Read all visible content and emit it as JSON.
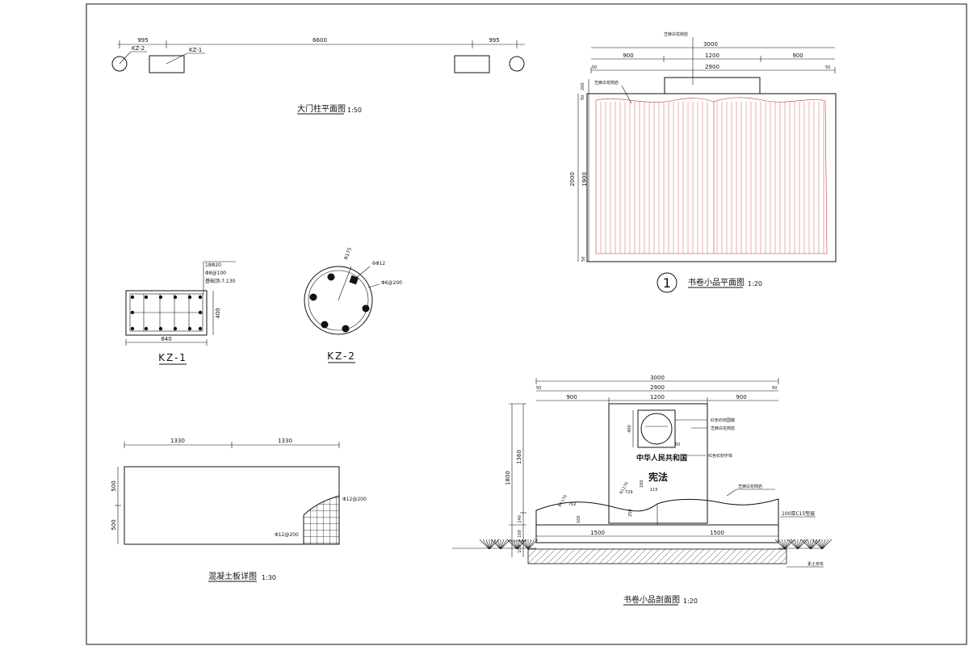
{
  "gate_plan": {
    "dims": [
      "995",
      "6600",
      "995"
    ],
    "labels": [
      "KZ-2",
      "KZ-1"
    ],
    "title": "大门柱平面图",
    "scale": "1:50"
  },
  "book_plan": {
    "top_note": "芝麻白花岗岩",
    "dims_top": [
      "3000",
      "900",
      "1200",
      "900",
      "2900",
      "50",
      "50"
    ],
    "left_note": "芝麻白花岗岩",
    "dims_left": [
      "200",
      "50",
      "2000",
      "1900",
      "50"
    ],
    "number": "1",
    "title": "书卷小品平面图",
    "scale": "1:20"
  },
  "kz1": {
    "notes": [
      "18Φ20",
      "Φ8@100",
      "基础顶-7.130"
    ],
    "dims": [
      "840",
      "400"
    ],
    "title": "KZ-1"
  },
  "kz2": {
    "notes": [
      "R175",
      "6Φ12",
      "Φ6@200"
    ],
    "title": "KZ-2"
  },
  "slab": {
    "dims": [
      "1330",
      "1330",
      "500",
      "500"
    ],
    "notes": [
      "Φ12@200",
      "Φ12@200"
    ],
    "title": "混凝土板详图",
    "scale": "1:30"
  },
  "book_section": {
    "dims_top": [
      "3000",
      "50",
      "2900",
      "50",
      "900",
      "1200",
      "900"
    ],
    "dims_left": [
      "1800",
      "1360",
      "140",
      "100",
      "100"
    ],
    "dims_inner": [
      "400",
      "50",
      "R1170",
      "702",
      "R1170",
      "729",
      "160",
      "115",
      "100",
      "250",
      "1500",
      "1500"
    ],
    "notes": [
      "红色石刻国徽",
      "芝麻白花岗岩",
      "红色石刻字体",
      "芝麻白花岗岩",
      "100厚C15垫层",
      "素土夯实"
    ],
    "inscription_1": "中华人民共和国",
    "inscription_2": "宪法",
    "title": "书卷小品剖面图",
    "scale": "1:20"
  }
}
